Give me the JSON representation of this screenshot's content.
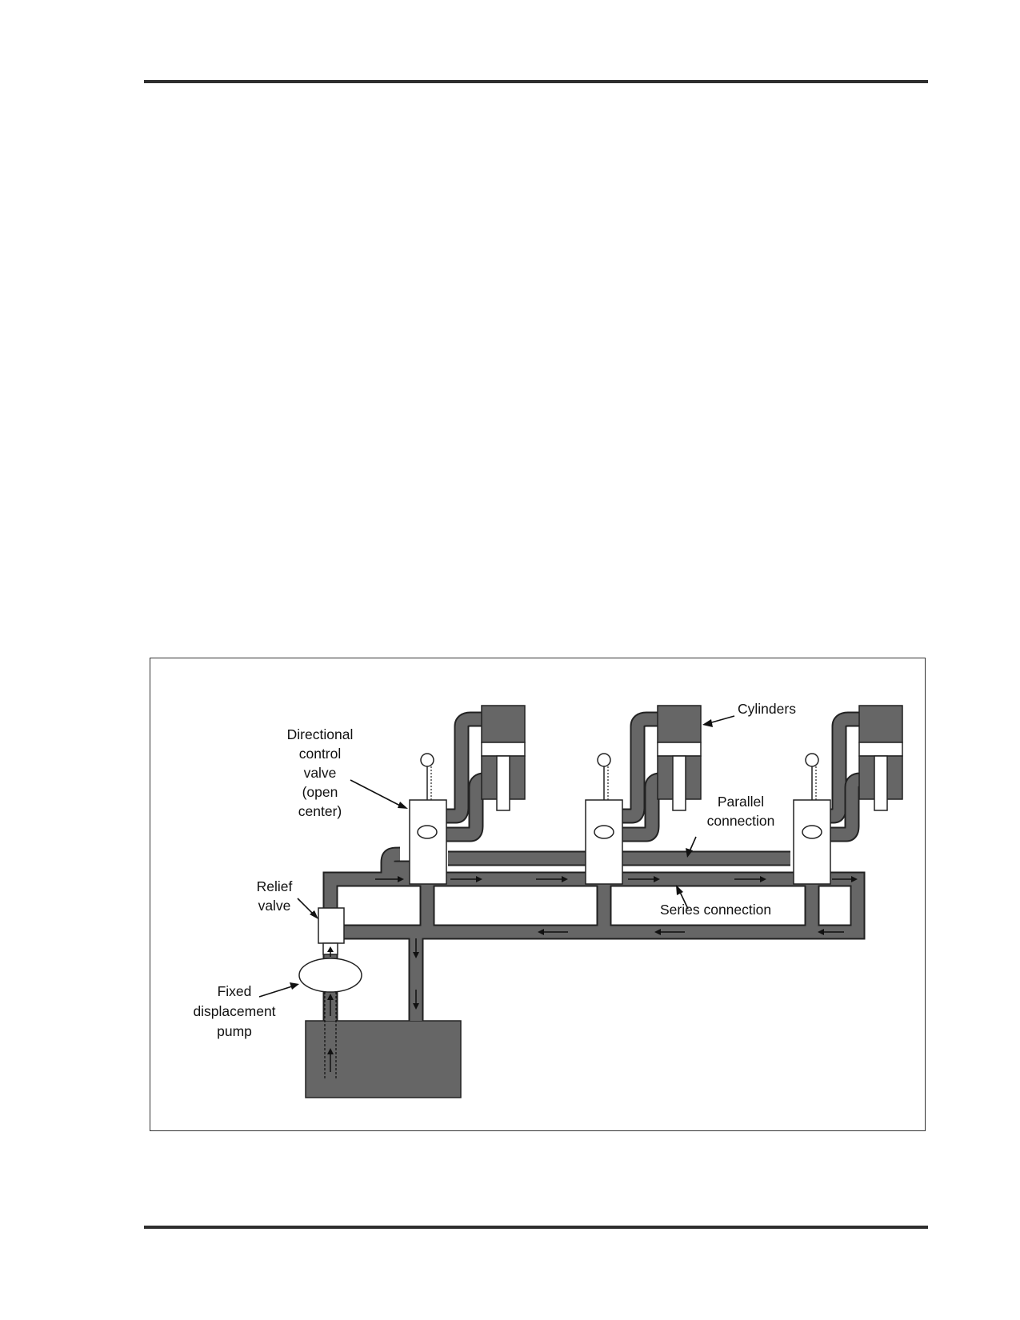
{
  "labels": {
    "dcv_line1": "Directional",
    "dcv_line2": "control",
    "dcv_line3": "valve",
    "dcv_line4": "(open",
    "dcv_line5": "center)",
    "cylinders": "Cylinders",
    "parallel_line1": "Parallel",
    "parallel_line2": "connection",
    "series": "Series connection",
    "relief_line1": "Relief",
    "relief_line2": "valve",
    "pump_line1": "Fixed",
    "pump_line2": "displacement",
    "pump_line3": "pump"
  },
  "colors": {
    "pipe": "#666666",
    "outline": "#222222",
    "rule": "#2e2e2e"
  }
}
